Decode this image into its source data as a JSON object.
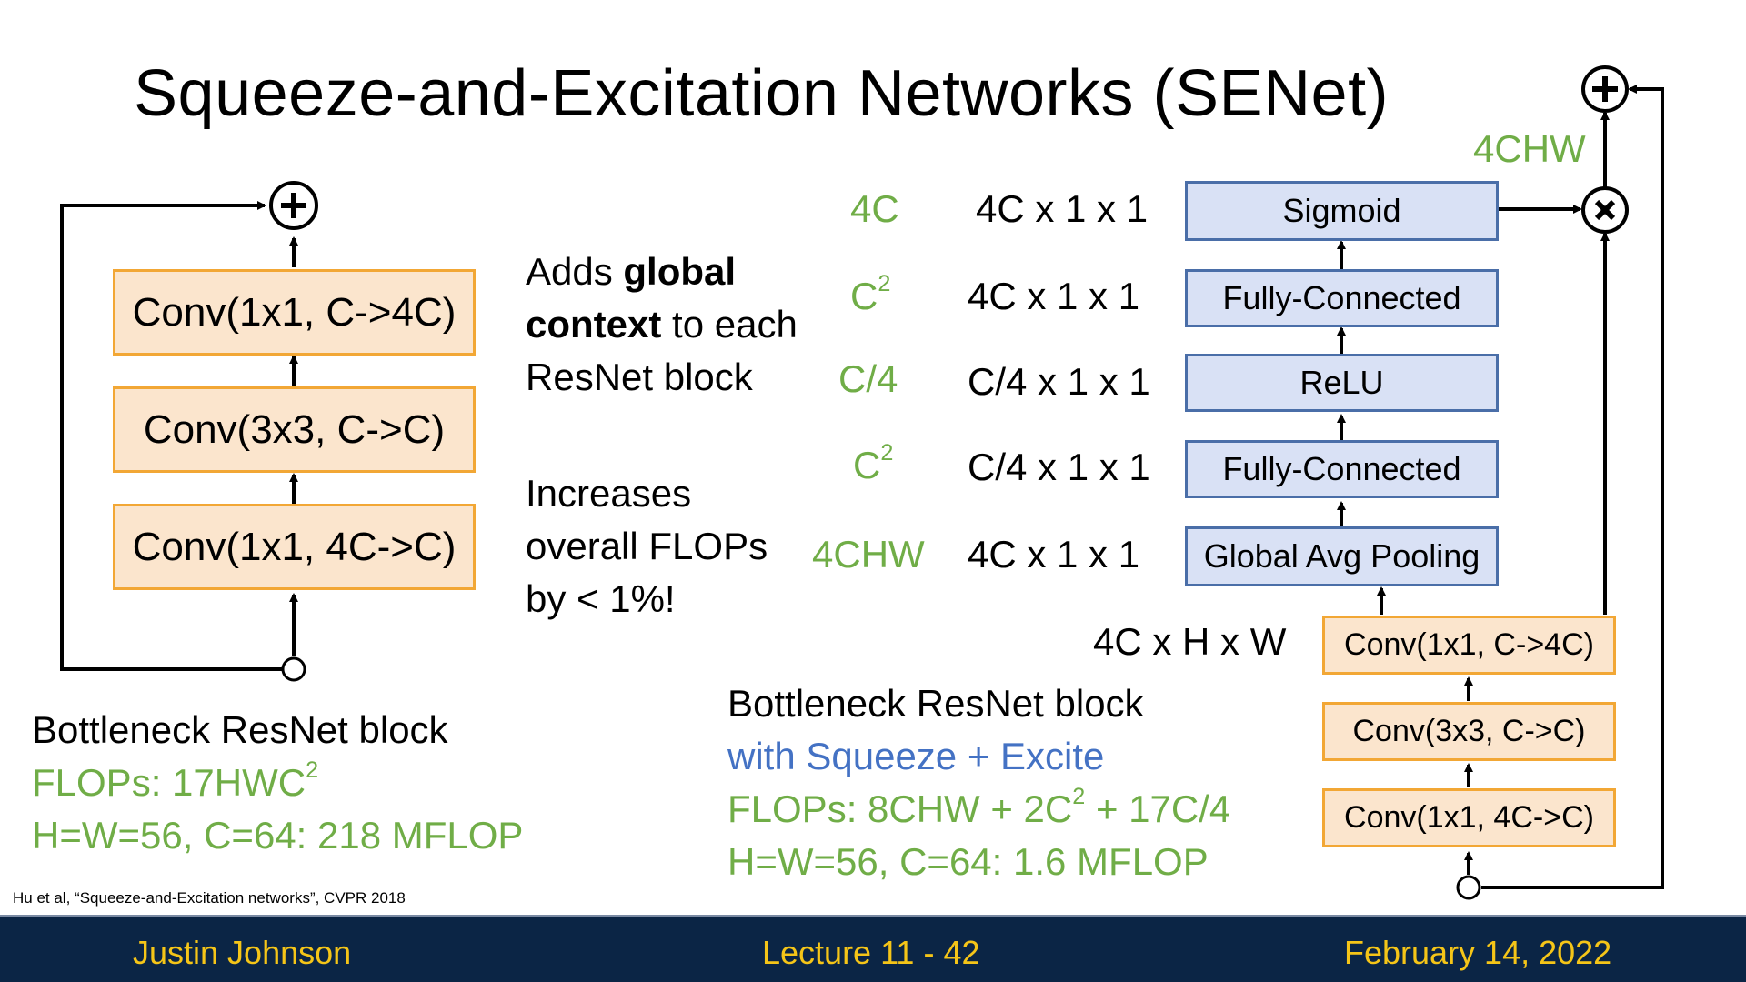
{
  "slide": {
    "title": "Squeeze-and-Excitation Networks (SENet)"
  },
  "left_block": {
    "boxes": [
      "Conv(1x1, C->4C)",
      "Conv(3x3, C->C)",
      "Conv(1x1, 4C->C)"
    ],
    "caption_title": "Bottleneck ResNet block",
    "flops_prefix": "FLOPs: 17HWC",
    "flops_sup": "2",
    "flops_example": "H=W=56, C=64: 218 MFLOP"
  },
  "middle_text": {
    "adds_1": "Adds ",
    "adds_bold_1": "global",
    "adds_bold_2": "context",
    "adds_2": " to each",
    "adds_3": "ResNet block",
    "increases_1": "Increases",
    "increases_2": "overall FLOPs",
    "increases_3": "by < 1%!"
  },
  "se_block": {
    "flop_labels": [
      {
        "base": "4C",
        "sup": ""
      },
      {
        "base": "C",
        "sup": "2"
      },
      {
        "base": "C/4",
        "sup": ""
      },
      {
        "base": "C",
        "sup": "2"
      },
      {
        "base": "4CHW",
        "sup": ""
      }
    ],
    "shape_labels": [
      "4C x 1 x 1",
      "4C x 1 x 1",
      "C/4 x 1 x 1",
      "C/4 x 1 x 1",
      "4C x 1 x 1"
    ],
    "blue_boxes": [
      "Sigmoid",
      "Fully-Connected",
      "ReLU",
      "Fully-Connected",
      "Global Avg Pooling"
    ],
    "input_shape": "4C x H x W",
    "conv_boxes": [
      "Conv(1x1, C->4C)",
      "Conv(3x3, C->C)",
      "Conv(1x1, 4C->C)"
    ],
    "mult_flops": "4CHW",
    "caption_title": "Bottleneck ResNet block",
    "caption_subtitle": "with Squeeze + Excite",
    "flops_a": "FLOPs: 8CHW + 2C",
    "flops_sup": "2",
    "flops_b": " + 17C/4",
    "flops_example": "H=W=56, C=64: 1.6 MFLOP"
  },
  "citation": "Hu et al, “Squeeze-and-Excitation networks”, CVPR 2018",
  "footer": {
    "author": "Justin Johnson",
    "lecture": "Lecture 11 - 42",
    "date": "February 14, 2022"
  },
  "colors": {
    "green": "#70ad47",
    "blue_text": "#4472c4",
    "footer_bg": "#0b2545",
    "footer_text": "#f5c518",
    "orange_fill": "#fbe5cd",
    "orange_border": "#f2a735",
    "blue_fill": "#d9e1f5",
    "blue_border": "#4a6ea8"
  },
  "icons": {
    "plus": "circled-plus-icon",
    "times": "circled-times-icon",
    "input": "input-node-icon"
  }
}
